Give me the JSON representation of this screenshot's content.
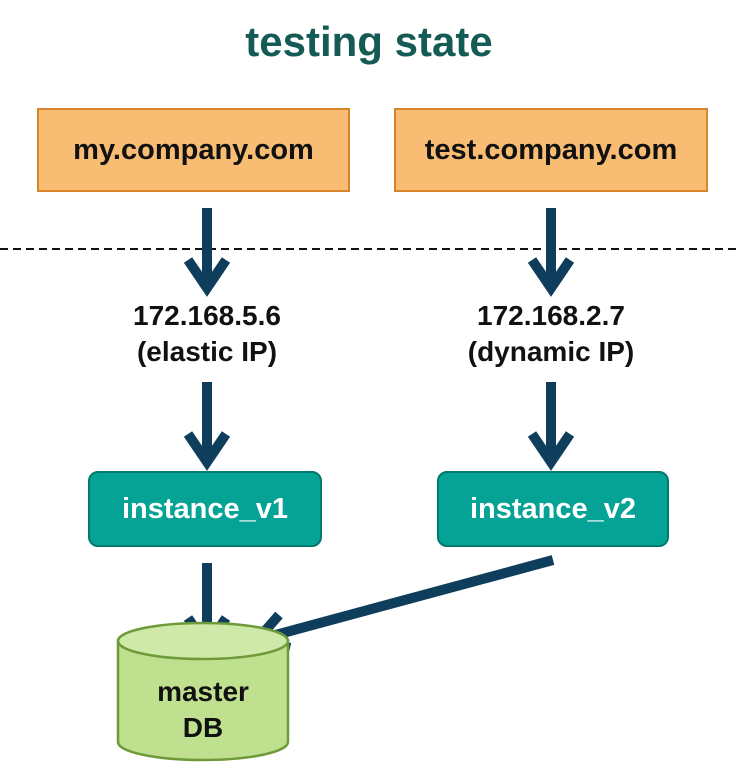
{
  "title": "testing state",
  "domains": {
    "primary": "my.company.com",
    "test": "test.company.com"
  },
  "ips": {
    "v1": {
      "address": "172.168.5.6",
      "kind": "(elastic IP)"
    },
    "v2": {
      "address": "172.168.2.7",
      "kind": "(dynamic IP)"
    }
  },
  "instances": {
    "v1": "instance_v1",
    "v2": "instance_v2"
  },
  "database": {
    "line1": "master",
    "line2": "DB"
  },
  "colors": {
    "title": "#145a55",
    "domain_fill": "#f8bd73",
    "domain_border": "#d7842e",
    "instance_fill": "#04a396",
    "db_fill": "#bfe08f",
    "db_border": "#6f9a3a",
    "arrow": "#0e3e5c"
  }
}
